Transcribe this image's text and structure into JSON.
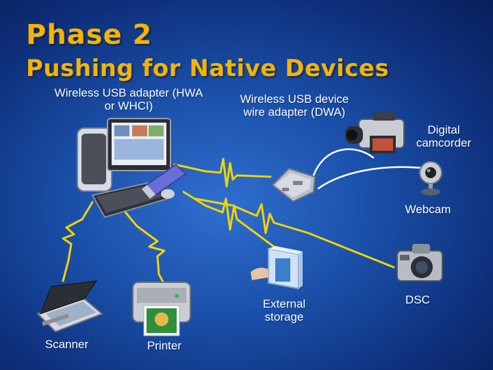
{
  "slide": {
    "title": "Phase 2",
    "subtitle": "Pushing for Native Devices"
  },
  "labels": {
    "hwa": "Wireless USB adapter (HWA or WHCI)",
    "dwa": "Wireless USB device wire adapter (DWA)",
    "camcorder": "Digital camcorder",
    "webcam": "Webcam",
    "storage": "External storage",
    "dsc": "DSC",
    "scanner": "Scanner",
    "printer": "Printer"
  },
  "colors": {
    "title": "#f4b400",
    "wire": "#f2d400",
    "cable": "#ffffff"
  },
  "icons": [
    "pc-icon",
    "usb-dongle-icon",
    "dwa-hub-icon",
    "camcorder-icon",
    "webcam-icon",
    "storage-icon",
    "camera-icon",
    "scanner-icon",
    "printer-icon"
  ]
}
